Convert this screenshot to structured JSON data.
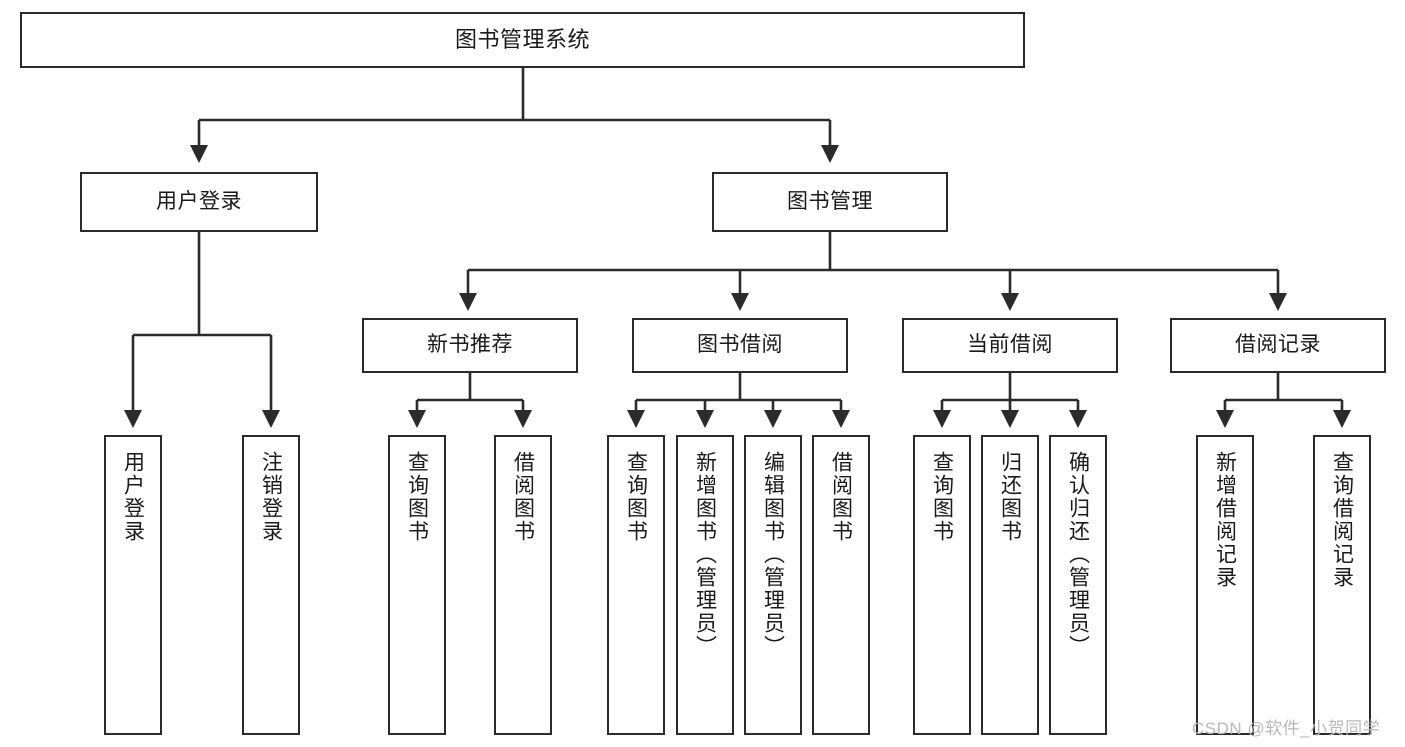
{
  "diagram": {
    "title": "图书管理系统",
    "type": "tree-hierarchy",
    "watermark": "CSDN @软件_小贺同学",
    "colors": {
      "stroke": "#2b2b2b",
      "fill": "#ffffff",
      "text": "#1a1a1a",
      "watermark": "#b9b9b9"
    }
  },
  "nodes": {
    "root": {
      "label": "图书管理系统"
    },
    "level2": [
      {
        "id": "user-login",
        "label": "用户登录"
      },
      {
        "id": "book-manage",
        "label": "图书管理"
      }
    ],
    "level3": [
      {
        "id": "new-book-recommend",
        "label": "新书推荐"
      },
      {
        "id": "book-borrow",
        "label": "图书借阅"
      },
      {
        "id": "current-borrow",
        "label": "当前借阅"
      },
      {
        "id": "borrow-record",
        "label": "借阅记录"
      }
    ],
    "leaves": {
      "user-login": [
        {
          "id": "leaf-user-login",
          "label": "用户登录"
        },
        {
          "id": "leaf-logout-login",
          "label": "注销登录"
        }
      ],
      "new-book-recommend": [
        {
          "id": "leaf-query-book-1",
          "label": "查询图书"
        },
        {
          "id": "leaf-borrow-book-1",
          "label": "借阅图书"
        }
      ],
      "book-borrow": [
        {
          "id": "leaf-query-book-2",
          "label": "查询图书"
        },
        {
          "id": "leaf-add-book",
          "label": "新增图书（管理员）"
        },
        {
          "id": "leaf-edit-book",
          "label": "编辑图书（管理员）"
        },
        {
          "id": "leaf-borrow-book-2",
          "label": "借阅图书"
        }
      ],
      "current-borrow": [
        {
          "id": "leaf-query-book-3",
          "label": "查询图书"
        },
        {
          "id": "leaf-return-book",
          "label": "归还图书"
        },
        {
          "id": "leaf-confirm-return",
          "label": "确认归还（管理员）"
        }
      ],
      "borrow-record": [
        {
          "id": "leaf-add-borrow-record",
          "label": "新增借阅记录"
        },
        {
          "id": "leaf-query-borrow-record",
          "label": "查询借阅记录"
        }
      ]
    }
  }
}
